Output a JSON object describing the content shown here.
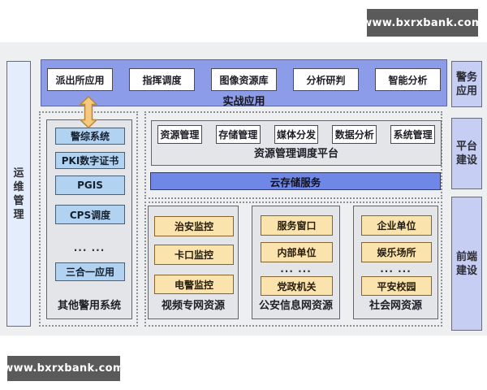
{
  "watermark": {
    "text": "www.bxrxbank.com"
  },
  "sidebars": {
    "left": "运维管理",
    "right_top": "警务应用",
    "right_middle": "平台建设",
    "right_bottom": "前端建设"
  },
  "banner": {
    "title": "实战应用",
    "items": [
      "派出所应用",
      "指挥调度",
      "图像资源库",
      "分析研判",
      "智能分析"
    ]
  },
  "left_column": {
    "title": "其他警用系统",
    "boxes": [
      "警综系统",
      "PKI数字证书",
      "PGIS",
      "CPS调度"
    ],
    "ellipsis": "... ...",
    "box_last": "三合一应用"
  },
  "platform": {
    "title": "资源管理调度平台",
    "items": [
      "资源管理",
      "存储管理",
      "媒体分发",
      "数据分析",
      "系统管理"
    ],
    "cloud": "云存储服务"
  },
  "frontend": {
    "col1": {
      "title": "视频专网资源",
      "boxes": [
        "治安监控",
        "卡口监控",
        "电警监控"
      ]
    },
    "col2": {
      "title": "公安信息网资源",
      "boxes": [
        "服务窗口",
        "内部单位"
      ],
      "ellipsis": "... ...",
      "box_last": "党政机关"
    },
    "col3": {
      "title": "社会网资源",
      "boxes": [
        "企业单位",
        "娱乐场所"
      ],
      "ellipsis": "... ...",
      "box_last": "平安校园"
    }
  },
  "colors": {
    "banner_blue": "#8d9ce8",
    "cloud_blue": "#6f87e6",
    "left_box_blue": "#b2d2f1",
    "orange_box": "#fbe3ae",
    "right_bar_blue": "#c6cef4",
    "left_bar_blue": "#e4edfb",
    "watermark_bg": "#5a5a5a"
  }
}
